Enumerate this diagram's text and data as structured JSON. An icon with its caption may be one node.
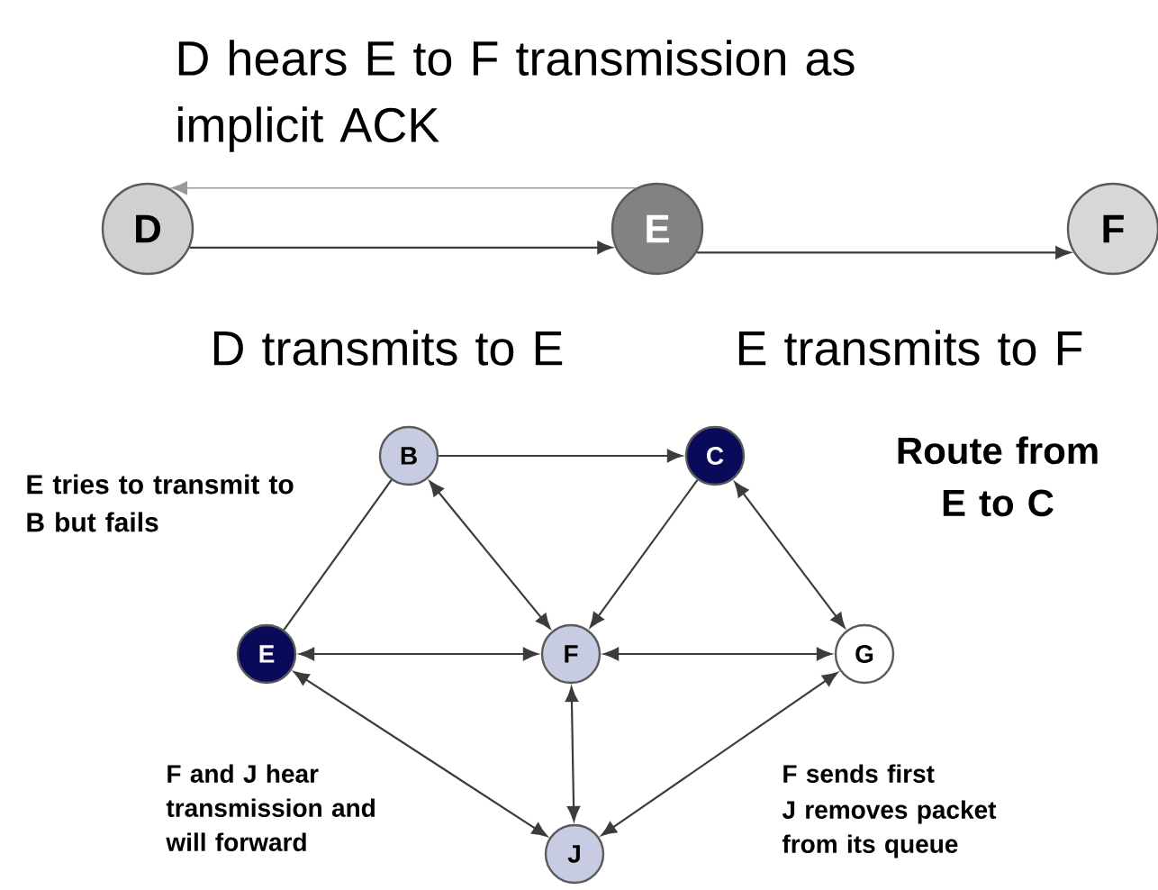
{
  "diagram": {
    "nodes": [
      {
        "text": [
          "D"
        ]
      },
      {
        "text": [
          "E"
        ]
      },
      {
        "text": [
          "F"
        ]
      },
      {
        "text": [
          "B"
        ]
      },
      {
        "text": [
          "C"
        ]
      },
      {
        "text": [
          "E"
        ]
      },
      {
        "text": [
          "F"
        ]
      },
      {
        "text": [
          "G"
        ]
      },
      {
        "text": [
          "J"
        ]
      }
    ],
    "edges": [
      {
        "from": 1,
        "to": 0,
        "arrow": "to",
        "color": "#9a9a9a"
      },
      {
        "from": 0,
        "to": 1,
        "arrow": "to"
      },
      {
        "from": 1,
        "to": 2,
        "arrow": "to"
      },
      {
        "from": 3,
        "to": 4,
        "arrow": "to"
      },
      {
        "from": 5,
        "to": 3,
        "arrow": "none"
      },
      {
        "from": 3,
        "to": 6,
        "arrow": "both"
      },
      {
        "from": 4,
        "to": 6,
        "arrow": "to"
      },
      {
        "from": 4,
        "to": 7,
        "arrow": "both"
      },
      {
        "from": 5,
        "to": 6,
        "arrow": "both"
      },
      {
        "from": 6,
        "to": 7,
        "arrow": "both"
      },
      {
        "from": 5,
        "to": 8,
        "arrow": "both"
      },
      {
        "from": 6,
        "to": 8,
        "arrow": "both"
      },
      {
        "from": 7,
        "to": 8,
        "arrow": "both"
      }
    ],
    "labels": [
      "D hears E to F transmission as implicit ACK",
      "D transmits to E",
      "E transmits to F",
      "E tries to transmit to B but fails",
      "Route from E to C",
      "F and J hear transmission and will forward",
      "F sends first",
      "J removes packet from its queue"
    ]
  }
}
